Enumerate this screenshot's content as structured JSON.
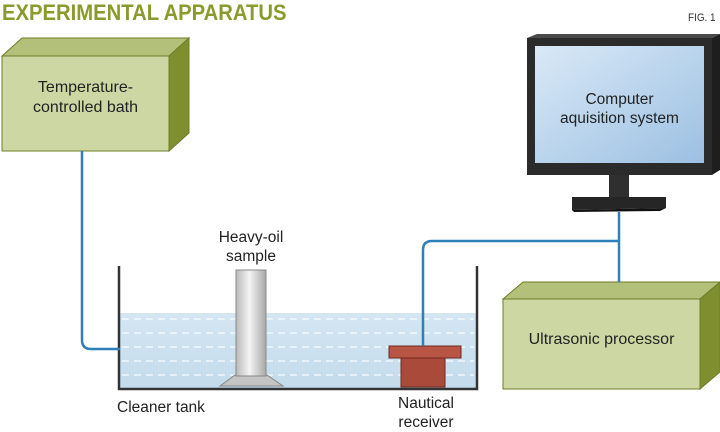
{
  "title": "EXPERIMENTAL APPARATUS",
  "figure_label": "FIG. 1",
  "labels": {
    "bath_line1": "Temperature-",
    "bath_line2": "controlled bath",
    "computer_line1": "Computer",
    "computer_line2": "aquisition system",
    "processor": "Ultrasonic processor",
    "sample_line1": "Heavy-oil",
    "sample_line2": "sample",
    "tank": "Cleaner tank",
    "receiver_line1": "Nautical",
    "receiver_line2": "receiver"
  },
  "colors": {
    "box_face": "#cdd7a3",
    "box_top": "#b3c07a",
    "box_side": "#7f8f2f",
    "wire": "#2f7fb8",
    "title": "#8a9a2c",
    "receiver": "#a94a3a"
  }
}
